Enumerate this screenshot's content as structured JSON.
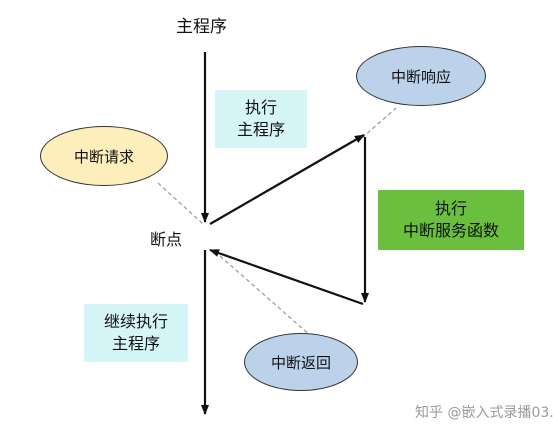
{
  "labels": {
    "main_program": "主程序",
    "breakpoint": "断点"
  },
  "boxes": {
    "execute_main": {
      "lines": [
        "执行",
        "主程序"
      ],
      "bg": "#d6f5f7"
    },
    "execute_isr": {
      "lines": [
        "执行",
        "中断服务函数"
      ],
      "bg": "#6bbf3e"
    },
    "continue_main": {
      "lines": [
        "继续执行",
        "主程序"
      ],
      "bg": "#d6f5f7"
    }
  },
  "ovals": {
    "interrupt_request": {
      "text": "中断请求",
      "bg": "#fdeebb"
    },
    "interrupt_response": {
      "text": "中断响应",
      "bg": "#bcd2ea"
    },
    "interrupt_return": {
      "text": "中断返回",
      "bg": "#bcd2ea"
    }
  },
  "watermark": {
    "platform": "知乎",
    "handle": "@嵌入式录播03."
  },
  "colors": {
    "arrow": "#111111",
    "dashed_connector": "#a0a0a0"
  }
}
